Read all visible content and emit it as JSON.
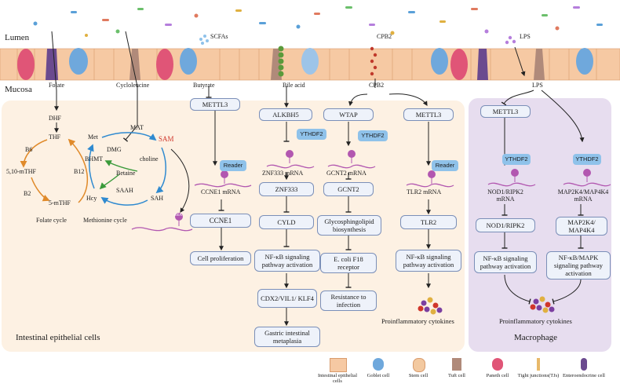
{
  "regions": {
    "lumen": "Lumen",
    "mucosa": "Mucosa",
    "epithelial": "Intestinal epithelial cells",
    "macrophage": "Macrophage"
  },
  "entry": {
    "folate": "Folate",
    "cycloleucine": "Cycloleucine",
    "scfas": "SCFAs",
    "butyrate": "Butyrate",
    "bile_acid": "Bile acid",
    "cpb2_top": "CPB2",
    "cpb2": "CPB2",
    "lps_top": "LPS",
    "lps": "LPS"
  },
  "cycles": {
    "dhf": "DHF",
    "thf": "THF",
    "b6": "B6",
    "mthf510": "5,10-mTHF",
    "b2": "B2",
    "mthf5": "5-mTHF",
    "b12": "B12",
    "folate_cycle": "Folate cycle",
    "met": "Met",
    "mat": "MAT",
    "sam": "SAM",
    "dmg": "DMG",
    "bhmt": "BHMT",
    "choline": "choline",
    "betaine": "Betaine",
    "hcy": "Hcy",
    "saah": "SAAH",
    "sah": "SAH",
    "methionine_cycle": "Methionine cycle",
    "m6a": "m6A"
  },
  "col1": {
    "writer": "METTL3",
    "reader": "Reader",
    "mrna": "CCNE1 mRNA",
    "target": "CCNE1",
    "outcome": "Cell proliferation"
  },
  "col2": {
    "eraser": "ALKBH5",
    "reader": "YTHDF2",
    "mrna": "ZNF333 mRNA",
    "gene": "ZNF333",
    "target": "CYLD",
    "pathway": "NF-κB signaling pathway activation",
    "markers": "CDX2/VIL1/ KLF4",
    "outcome": "Gastric intestinal metaplasia"
  },
  "col3": {
    "writer": "WTAP",
    "reader": "YTHDF2",
    "mrna": "GCNT2 mRNA",
    "gene": "GCNT2",
    "process": "Glycosphingolipid biosynthesis",
    "receptor": "E. coli F18 receptor",
    "outcome": "Resistance to infection"
  },
  "col4": {
    "writer": "METTL3",
    "reader": "Reader",
    "mrna": "TLR2 mRNA",
    "target": "TLR2",
    "pathway": "NF-κB signaling pathway activation",
    "outcome": "Proinflammatory cytokines"
  },
  "mac": {
    "writer": "METTL3",
    "reader_left": "YTHDF2",
    "mrna_left": "NOD1/RIPK2 mRNA",
    "target_left": "NOD1/RIPK2",
    "pathway_left": "NF-κB signaling pathway activation",
    "reader_right": "YTHDF2",
    "mrna_right": "MAP2K4/MAP4K4 mRNA",
    "target_right": "MAP2K4/ MAP4K4",
    "pathway_right": "NF-κB/MAPK signaling pathway activation",
    "outcome": "Proinflammatory cytokines"
  },
  "legend": [
    {
      "label": "Intestinal epithelial cells",
      "color": "#f6c9a3"
    },
    {
      "label": "Goblet cell",
      "color": "#6fa8dc"
    },
    {
      "label": "Stem cell",
      "color": "#f3c9a0"
    },
    {
      "label": "Tuft cell",
      "color": "#b08a7a"
    },
    {
      "label": "Paneth cell",
      "color": "#e05577"
    },
    {
      "label": "Tight junctions(TJs)",
      "color": "#e8b96a"
    },
    {
      "label": "Enteroendocrine cell",
      "color": "#6b4a8f"
    }
  ],
  "colors": {
    "epi_bg": "#fdf1e3",
    "mac_bg": "#e7ddef",
    "box_border": "#7b8fb8",
    "reader": "#8fc2ea",
    "m6a": "#b257b0",
    "arrow": "#222222"
  }
}
